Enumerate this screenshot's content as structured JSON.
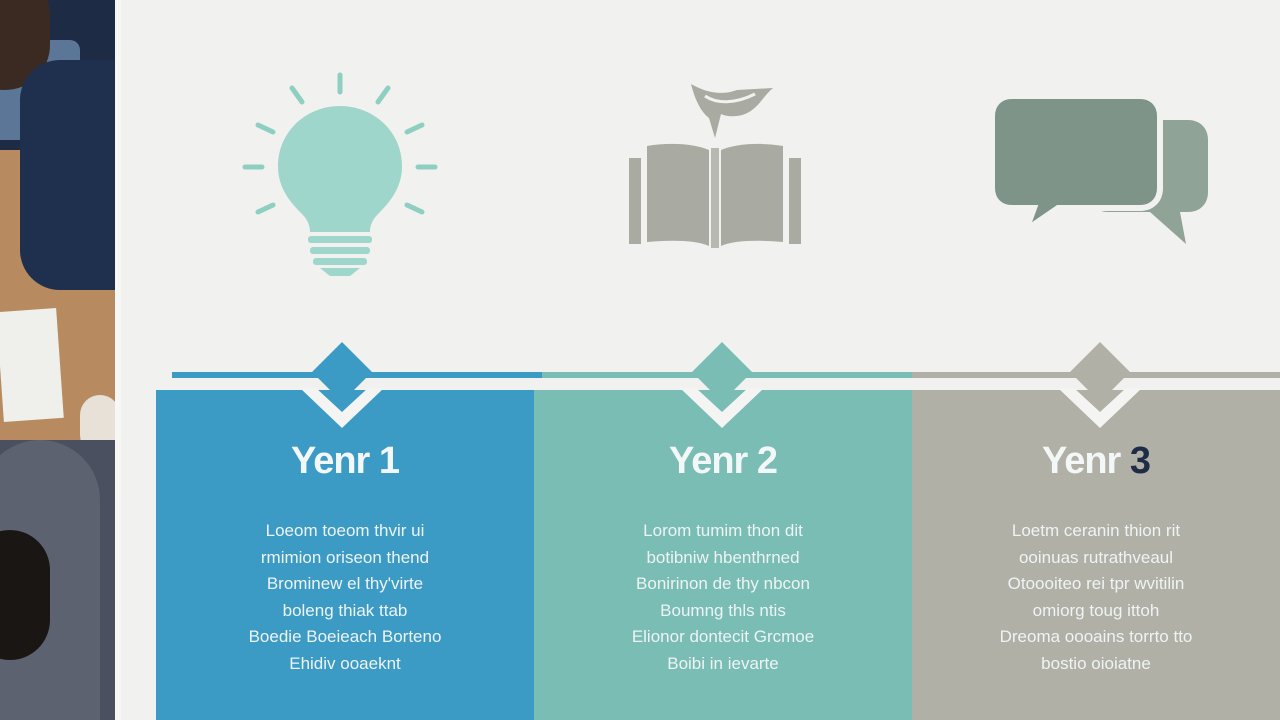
{
  "timeline": {
    "colors": {
      "blue": "#3c9bc4",
      "teal": "#79bdb5",
      "gray": "#b1b0a6"
    },
    "steps": [
      {
        "title": "Yenr 1",
        "icon": "lightbulb-icon",
        "text": [
          "Loeom  toeom  thvir  ui",
          "rmimion oriseon thend",
          "Brominew  el  thy'virte",
          "boleng  thiak  ttab",
          "Boedie  Boeieach  Borteno",
          "Ehidiv  ooaeknt"
        ]
      },
      {
        "title": "Yenr 2",
        "icon": "book-icon",
        "text": [
          "Lorom  tumim  thon  dit",
          "botibniw  hbenthrned",
          "Bonirinon  de  thy  nbcon",
          "Boumng  thls  ntis",
          "Elionor  dontecit  Grcmoe",
          "Boibi in  ievarte"
        ]
      },
      {
        "title_prefix": "Yenr ",
        "title_num": "3",
        "icon": "speech-bubbles-icon",
        "text": [
          "Loetm  ceranin  thion  rit",
          "ooinuas  rutrathveaul",
          "Otoooiteo  rei  tpr  wvitilin",
          "omiorg  toug  ittoh",
          "Dreoma  oooains  torrto  tto",
          "bostio  oioiatne"
        ]
      }
    ]
  }
}
